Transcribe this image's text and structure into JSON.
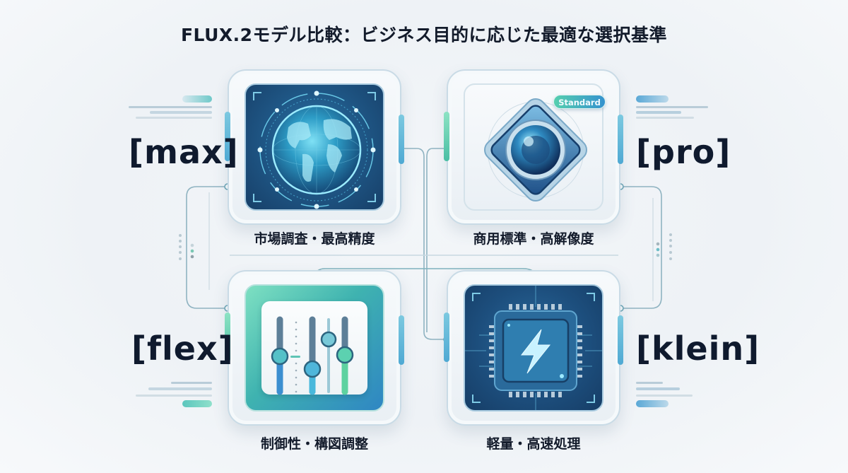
{
  "title": "FLUX.2モデル比較：ビジネス目的に応じた最適な選択基準",
  "models": [
    {
      "id": "max",
      "name": "[max]",
      "caption": "市場調査・最高精度",
      "icon": "globe-icon",
      "position": "top-left"
    },
    {
      "id": "pro",
      "name": "[pro]",
      "caption": "商用標準・高解像度",
      "icon": "camera-lens-icon",
      "position": "top-right",
      "badge": "Standard"
    },
    {
      "id": "flex",
      "name": "[flex]",
      "caption": "制御性・構図調整",
      "icon": "sliders-icon",
      "position": "bottom-left"
    },
    {
      "id": "klein",
      "name": "[klein]",
      "caption": "軽量・高速処理",
      "icon": "lightning-chip-icon",
      "position": "bottom-right"
    }
  ],
  "colors": {
    "title_text": "#131b2b",
    "card_dark_blue": "#1f5786",
    "accent_teal": "#55cfae",
    "accent_blue": "#3592cf",
    "connector_line": "#7fa9b8",
    "background": "#eef2f6"
  }
}
